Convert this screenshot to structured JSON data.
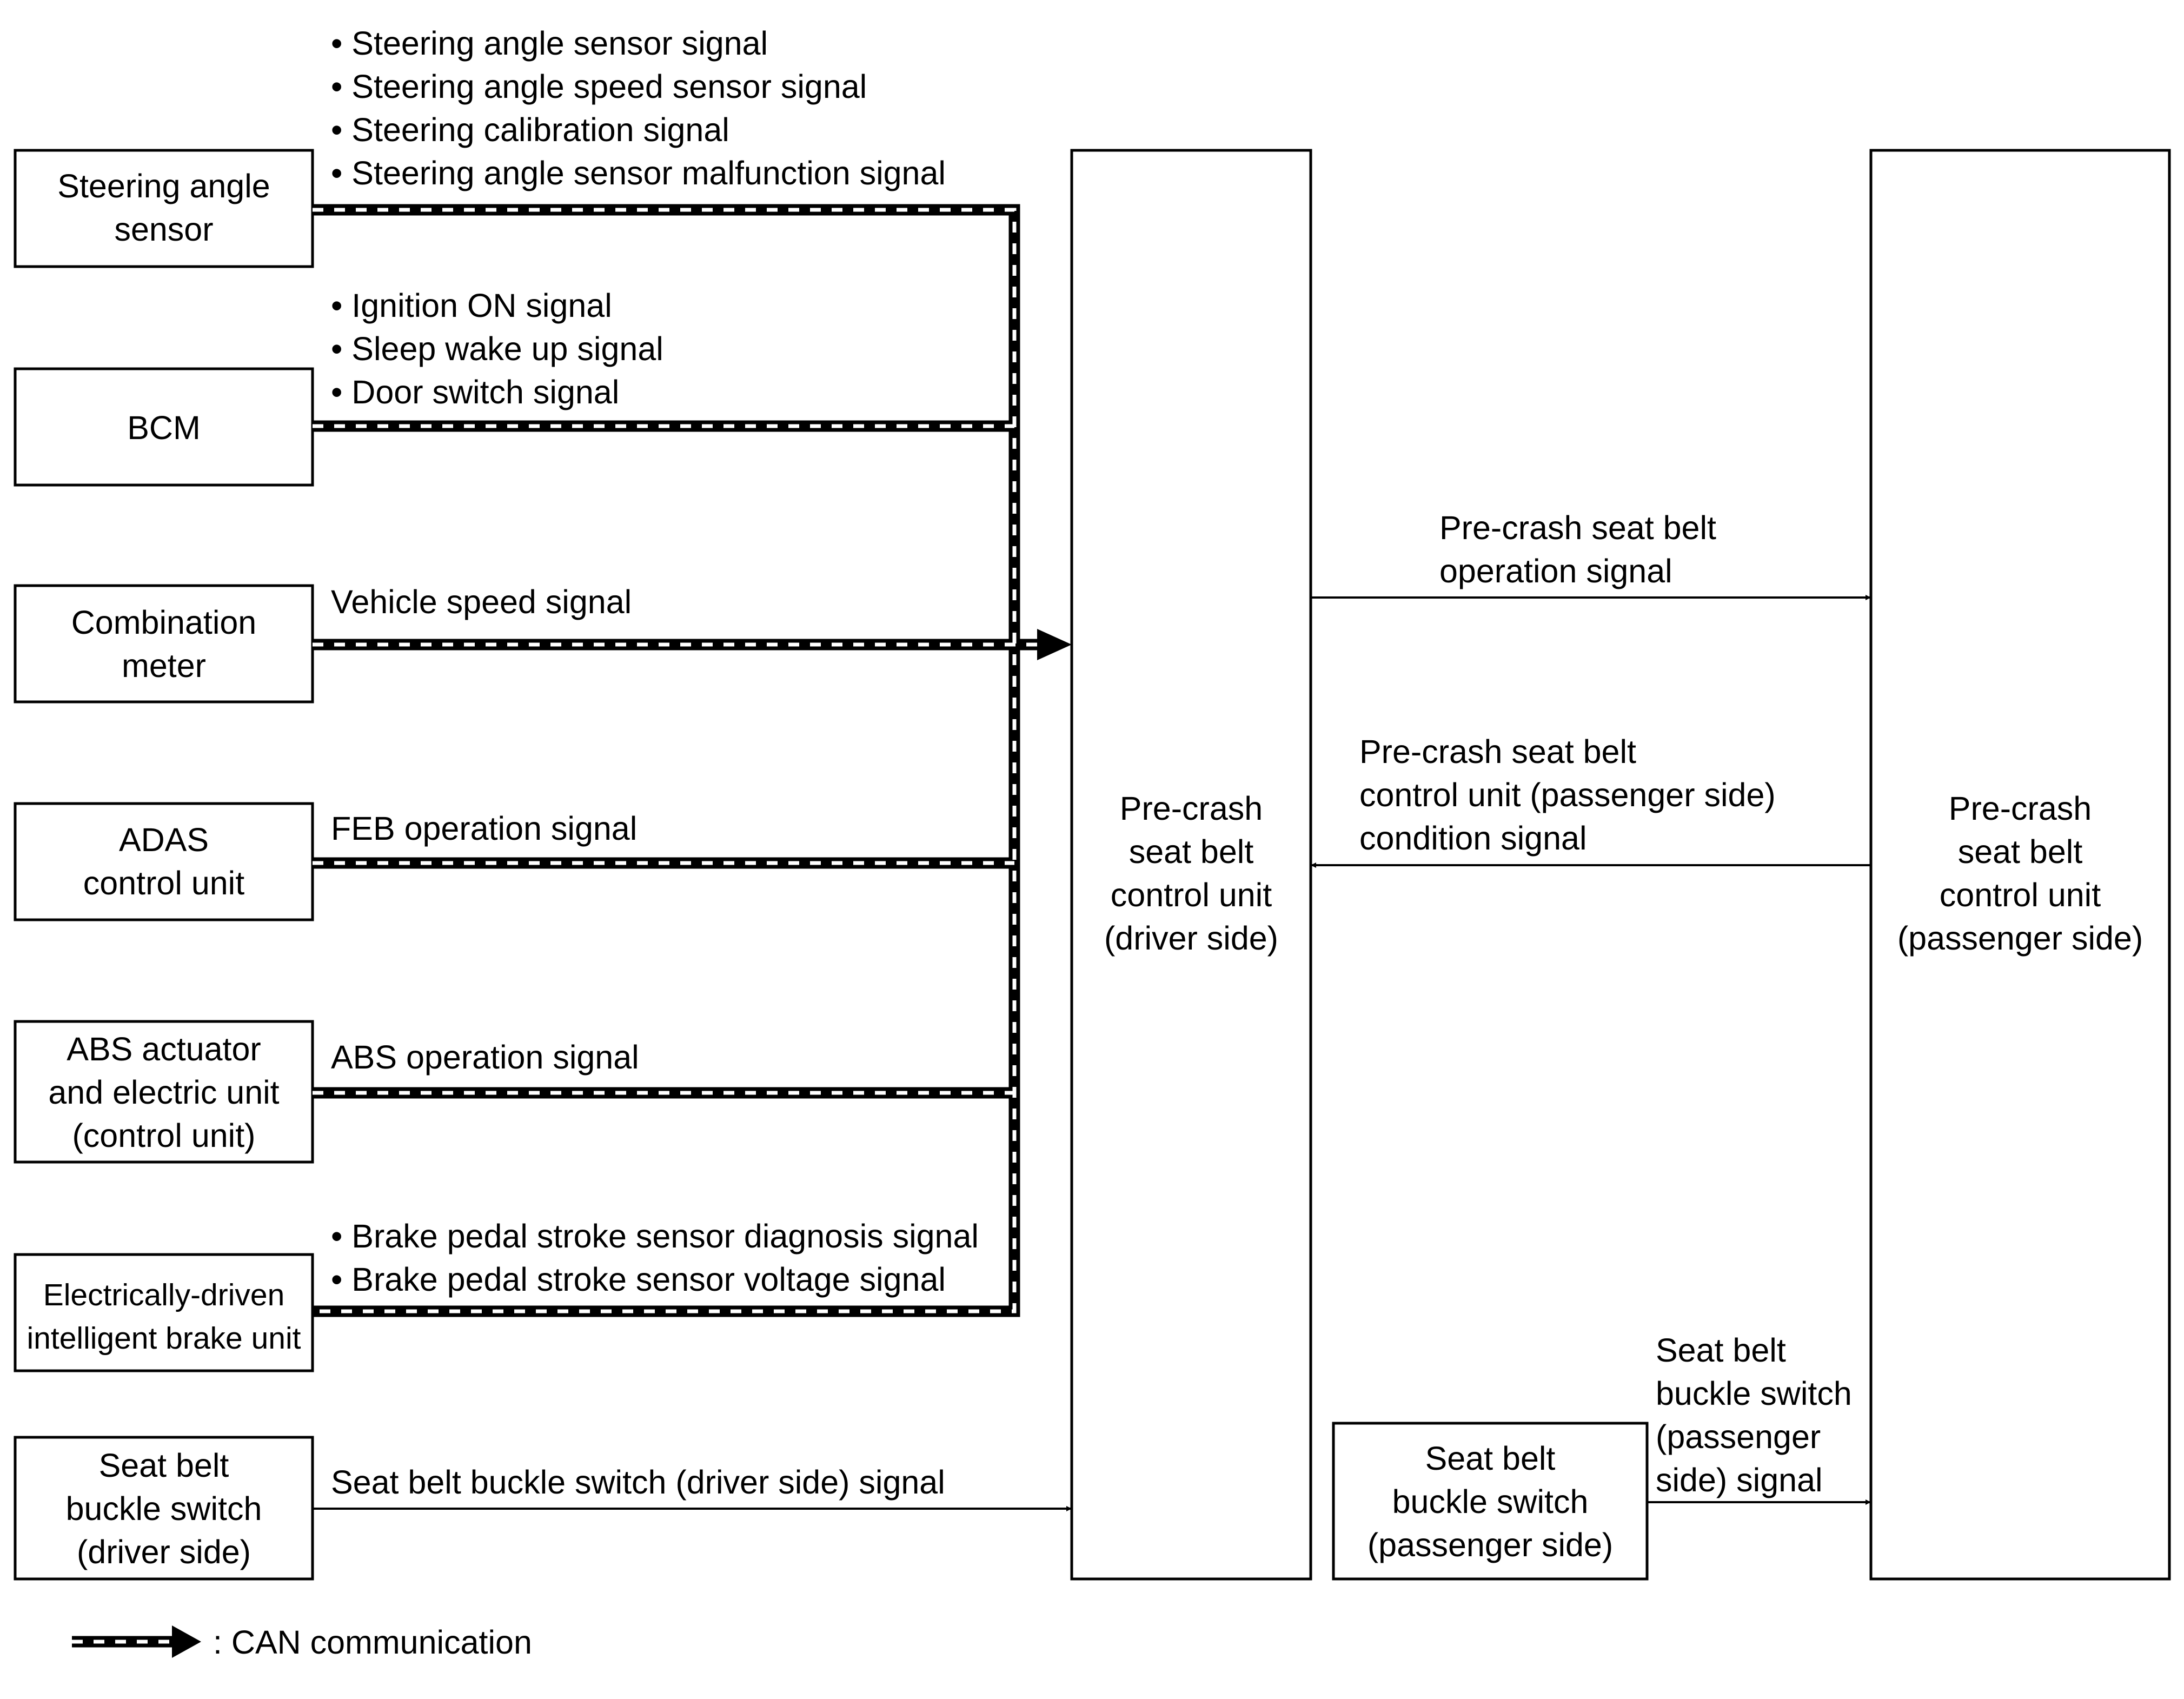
{
  "modules": {
    "steering_angle_sensor": [
      "Steering angle",
      "sensor"
    ],
    "bcm": [
      "BCM"
    ],
    "combination_meter": [
      "Combination",
      "meter"
    ],
    "adas_control_unit": [
      "ADAS",
      "control unit"
    ],
    "abs_actuator": [
      "ABS actuator",
      "and electric unit",
      "(control unit)"
    ],
    "electric_brake_unit": [
      "Electrically-driven",
      "intelligent brake unit"
    ],
    "seat_belt_buckle_driver": [
      "Seat belt",
      "buckle switch",
      "(driver side)"
    ],
    "seat_belt_buckle_passenger": [
      "Seat belt",
      "buckle switch",
      "(passenger side)"
    ],
    "precrash_driver": [
      "Pre-crash",
      "seat belt",
      "control unit",
      "(driver side)"
    ],
    "precrash_passenger": [
      "Pre-crash",
      "seat belt",
      "control unit",
      "(passenger side)"
    ]
  },
  "signals": {
    "steering": [
      "• Steering angle sensor signal",
      "• Steering angle speed sensor signal",
      "• Steering calibration signal",
      "• Steering angle sensor malfunction signal"
    ],
    "bcm": [
      "• Ignition ON signal",
      "• Sleep wake up signal",
      "• Door switch signal"
    ],
    "meter": [
      "Vehicle speed signal"
    ],
    "adas": [
      "FEB operation signal"
    ],
    "abs": [
      "ABS operation signal"
    ],
    "brake": [
      "• Brake pedal stroke sensor diagnosis signal",
      "• Brake pedal stroke sensor voltage signal"
    ],
    "driver_buckle": [
      "Seat belt buckle switch (driver side) signal"
    ],
    "operation": [
      "Pre-crash seat belt",
      "operation signal"
    ],
    "condition": [
      "Pre-crash seat belt",
      "control unit (passenger side)",
      "condition signal"
    ],
    "passenger_buckle": [
      "Seat belt",
      "buckle switch",
      "(passenger",
      "side) signal"
    ]
  },
  "legend": {
    "can": ": CAN communication"
  }
}
